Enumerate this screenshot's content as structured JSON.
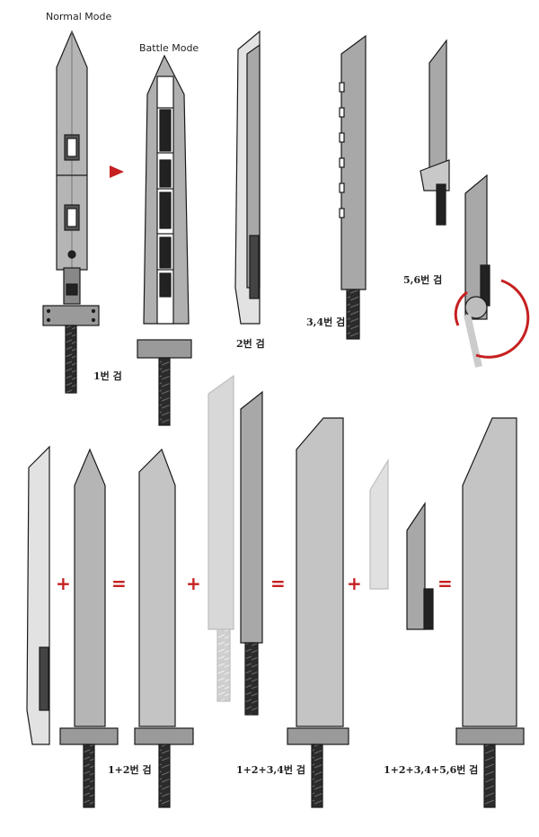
{
  "labels": {
    "normal_mode": "Normal Mode",
    "battle_mode": "Battle Mode",
    "sword_1": "1번 검",
    "sword_2": "2번 검",
    "sword_34": "3,4번 검",
    "sword_56": "5,6번 검",
    "combo_12": "1+2번 검",
    "combo_1234": "1+2+3,4번 검",
    "combo_123456": "1+2+3,4+5,6번 검"
  },
  "operators": {
    "plus": "+",
    "equals": "="
  },
  "colors": {
    "outline": "#1a1a1a",
    "blade": "#a9a9a9",
    "blade_light": "#d6d6d6",
    "blade_dark": "#6e6e6e",
    "guard": "#9a9a9a",
    "grip": "#2b2b2b",
    "accent_red": "#c62020",
    "ghost": "#d4d4d4"
  }
}
